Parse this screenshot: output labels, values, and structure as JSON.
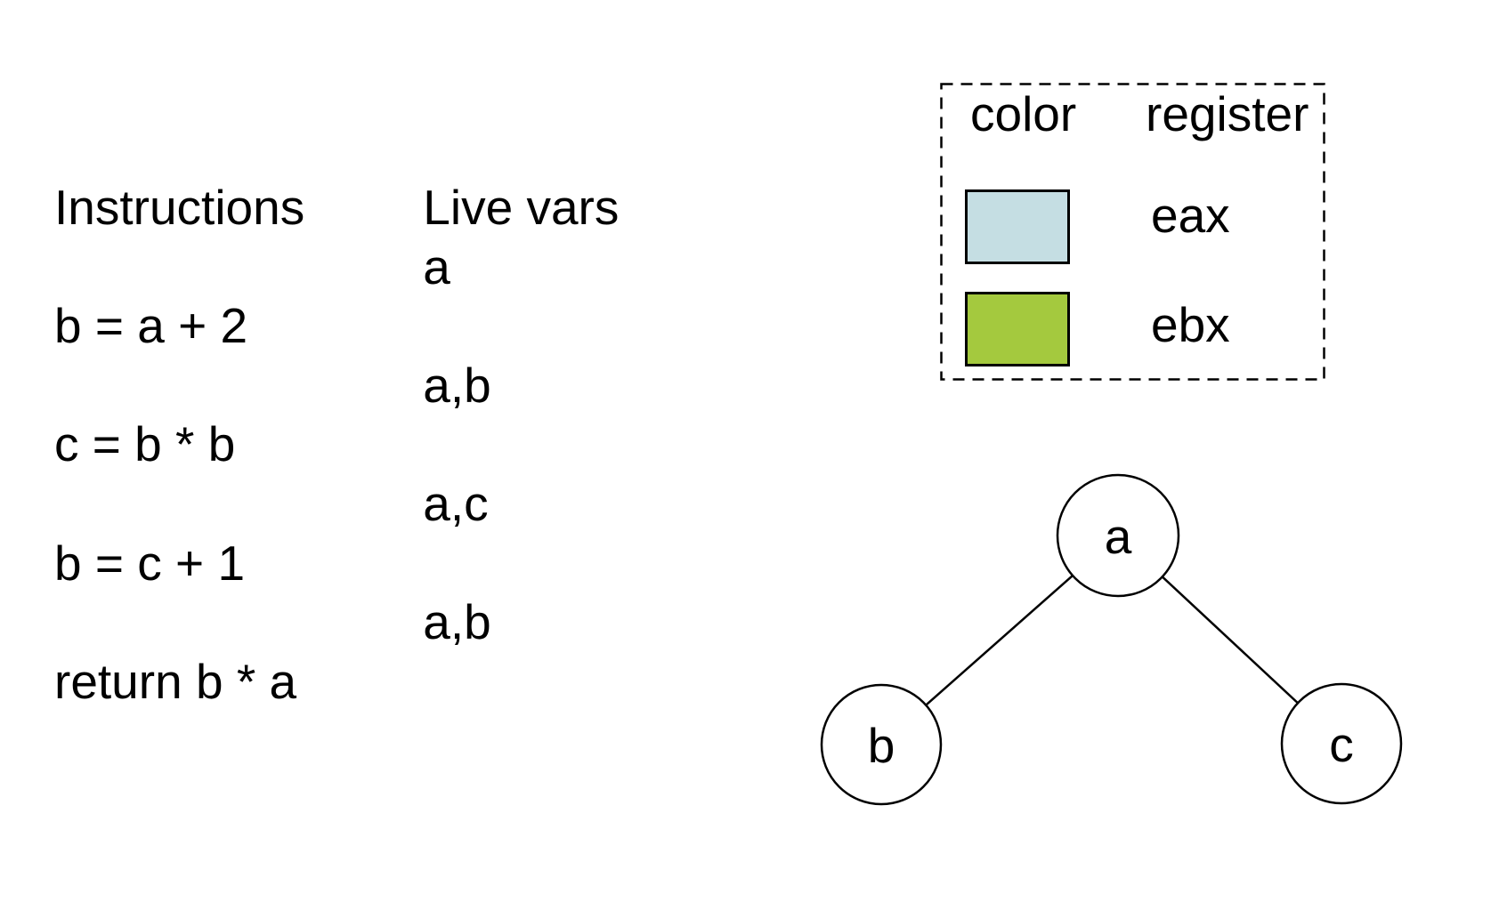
{
  "listing": {
    "header": {
      "instructions": "Instructions",
      "live_vars": "Live vars"
    },
    "rows": [
      {
        "instruction": "",
        "live": "a"
      },
      {
        "instruction": "b = a + 2",
        "live": ""
      },
      {
        "instruction": "",
        "live": "a,b"
      },
      {
        "instruction": "c = b * b",
        "live": ""
      },
      {
        "instruction": "",
        "live": "a,c"
      },
      {
        "instruction": "b = c + 1",
        "live": ""
      },
      {
        "instruction": "",
        "live": "a,b"
      },
      {
        "instruction": "return b * a",
        "live": ""
      }
    ]
  },
  "legend": {
    "color_header": "color",
    "register_header": "register",
    "entries": [
      {
        "register": "eax",
        "color": "#c5dee3"
      },
      {
        "register": "ebx",
        "color": "#a4c93e"
      }
    ]
  },
  "graph": {
    "nodes": [
      {
        "label": "a"
      },
      {
        "label": "b"
      },
      {
        "label": "c"
      }
    ],
    "edges": [
      [
        "a",
        "b"
      ],
      [
        "a",
        "c"
      ]
    ]
  }
}
